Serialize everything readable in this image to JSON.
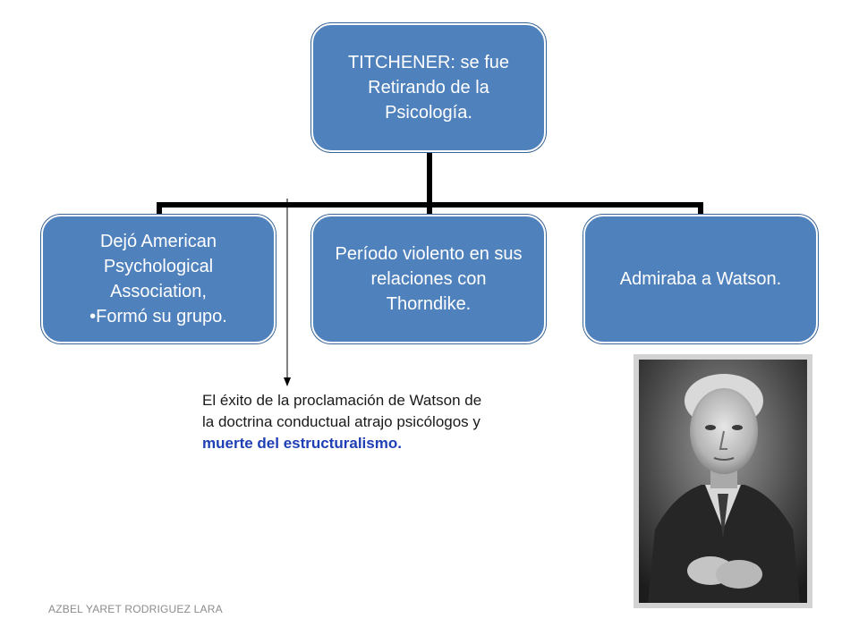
{
  "diagram": {
    "root": {
      "lines": [
        "TITCHENER: se fue",
        "Retirando de la",
        "Psicología."
      ]
    },
    "children": [
      {
        "lines": [
          "Dejó American",
          "Psychological",
          "Association,",
          "•Formó su grupo."
        ]
      },
      {
        "lines": [
          "Período violento en sus",
          "relaciones con",
          "Thorndike."
        ]
      },
      {
        "lines": [
          "Admiraba a Watson."
        ]
      }
    ]
  },
  "caption": {
    "line1": "El éxito de la proclamación de Watson de",
    "line2": "la doctrina conductual atrajo psicólogos y",
    "highlight": "muerte del estructuralismo."
  },
  "footer": {
    "author": "AZBEL YARET RODRIGUEZ LARA"
  },
  "colors": {
    "node_fill": "#4f81bd",
    "connector": "#000000",
    "highlight_text": "#1f3fb5"
  },
  "icons": {
    "portrait": "watson-portrait-photo"
  }
}
